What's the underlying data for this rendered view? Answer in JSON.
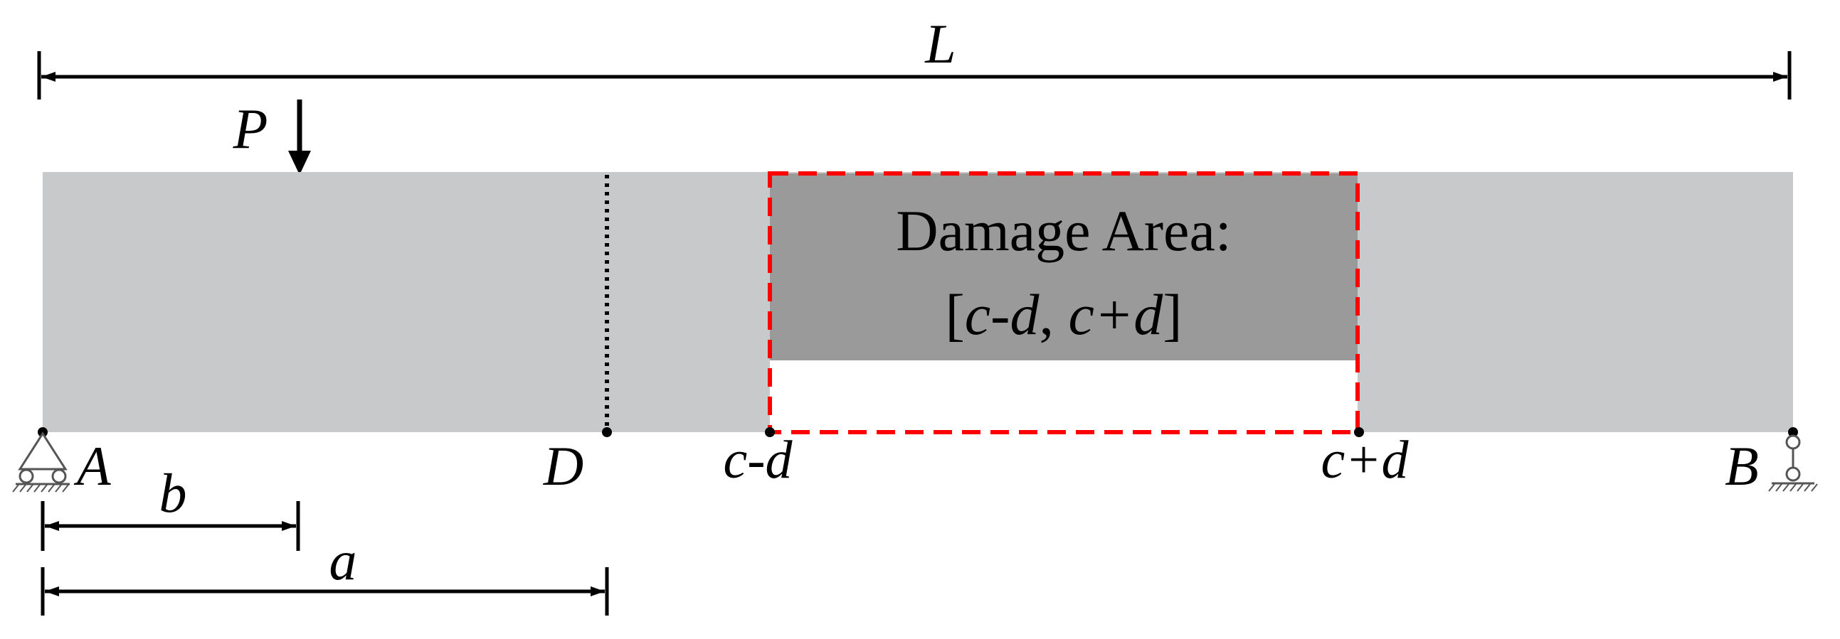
{
  "colors": {
    "beam": "#c8c9cb",
    "damage_fill": "#9a9a9a",
    "damage_border": "#ff0000",
    "line": "#000000",
    "background": "#ffffff"
  },
  "labels": {
    "span": "L",
    "load": "P",
    "support_left": "A",
    "support_right": "B",
    "point_d": "D",
    "damage_start": "c-d",
    "damage_end": "c+d",
    "dim_b": "b",
    "dim_a": "a"
  },
  "damage": {
    "title": "Damage Area:",
    "range_open": "[",
    "range_start": "c-d",
    "range_sep": ", ",
    "range_end": "c+d",
    "range_close": "]"
  },
  "icons": {
    "left_support": "pin-support-icon",
    "right_support": "roller-support-icon",
    "load_arrow": "down-arrow-icon"
  }
}
